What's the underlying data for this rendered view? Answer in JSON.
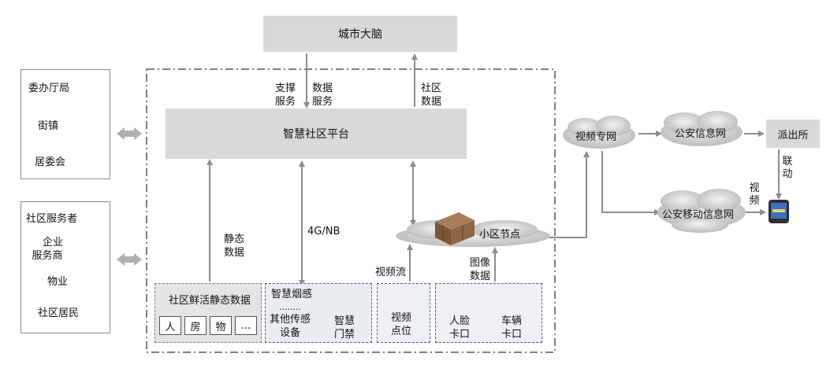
{
  "city_brain": "城市大脑",
  "platform": "智慧社区平台",
  "arrows": {
    "support_service": [
      "支撑",
      "服务"
    ],
    "data_service": [
      "数据",
      "服务"
    ],
    "community_data": [
      "社区",
      "数据"
    ],
    "static_data": [
      "静态",
      "数据"
    ],
    "network": "4G/NB",
    "video_stream": "视频流",
    "image_data": [
      "图像",
      "数据"
    ],
    "link": [
      "联",
      "动"
    ],
    "video": [
      "视",
      "频"
    ]
  },
  "left_top": [
    "委办厅局",
    "街镇",
    "居委会"
  ],
  "left_bottom": [
    [
      "社区服务者"
    ],
    [
      "企业",
      "服务商"
    ],
    [
      "物业"
    ],
    [
      "社区居民"
    ]
  ],
  "static_source": {
    "title": "社区鲜活静态数据",
    "items": [
      "人",
      "房",
      "物",
      "..."
    ]
  },
  "sensor_source": {
    "smoke": "智慧烟感",
    "dots": "........",
    "other": [
      "其他传感",
      "设备"
    ],
    "door": [
      "智慧",
      "门禁"
    ]
  },
  "video_point": [
    "视频",
    "点位"
  ],
  "face": [
    "人脸",
    "卡口"
  ],
  "vehicle": [
    "车辆",
    "卡口"
  ],
  "node": "小区节点",
  "clouds": {
    "video_net": "视频专网",
    "police_info": "公安信息网",
    "police_mobile": "公安移动信息网"
  },
  "police_station": "派出所",
  "colors": {
    "box": "#d9d9d9",
    "arrow": "#8c8c8c",
    "dash_frame": "#7f7f7f",
    "src_border": "#4a5f7c"
  }
}
